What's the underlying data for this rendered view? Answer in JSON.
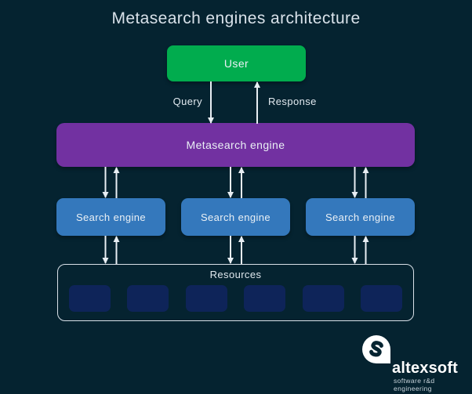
{
  "title": "Metasearch engines architecture",
  "diagram": {
    "user": {
      "label": "User",
      "color": "#01AC4E"
    },
    "flow_labels": {
      "query": "Query",
      "response": "Response"
    },
    "metasearch": {
      "label": "Metasearch engine",
      "color": "#7231A1"
    },
    "search_engines": [
      {
        "label": "Search engine"
      },
      {
        "label": "Search engine"
      },
      {
        "label": "Search engine"
      }
    ],
    "search_engine_color": "#3478BC",
    "resources": {
      "label": "Resources",
      "item_count": 6,
      "item_color": "#0E2459"
    }
  },
  "branding": {
    "name": "altexsoft",
    "tagline": "software r&d engineering",
    "icon": "altexsoft-a-icon"
  },
  "colors": {
    "background": "#052330",
    "arrow": "#E8EEF3",
    "title_text": "#D8E1E9",
    "resources_border": "#D9E1E8"
  }
}
